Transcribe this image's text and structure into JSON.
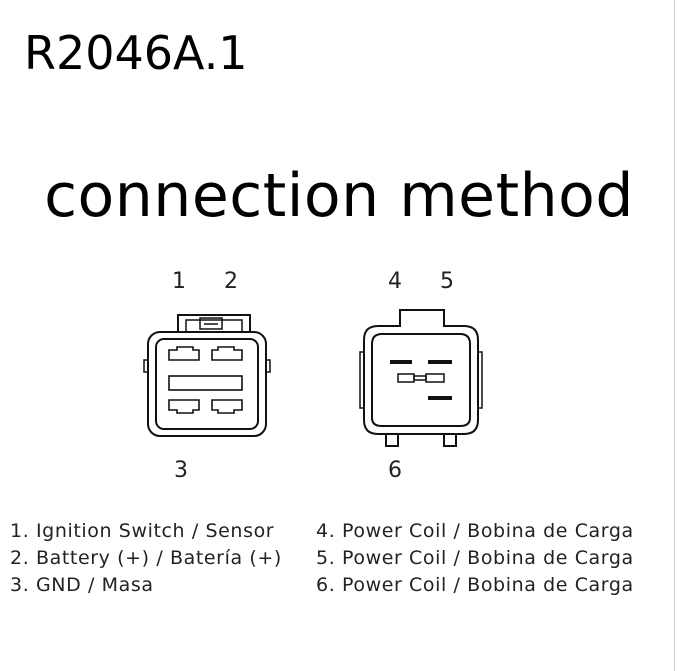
{
  "model": "R2046A.1",
  "title": "connection method",
  "connector_a": {
    "pins_top": [
      "1",
      "2"
    ],
    "pin_bottom": "3"
  },
  "connector_b": {
    "pins_top": [
      "4",
      "5"
    ],
    "pin_bottom": "6"
  },
  "legend": [
    "1. Ignition Switch / Sensor",
    "2. Battery (+) / Batería (+)",
    "3. GND / Masa",
    "4. Power Coil / Bobina de Carga",
    "5. Power Coil / Bobina de Carga",
    "6. Power Coil / Bobina de Carga"
  ]
}
